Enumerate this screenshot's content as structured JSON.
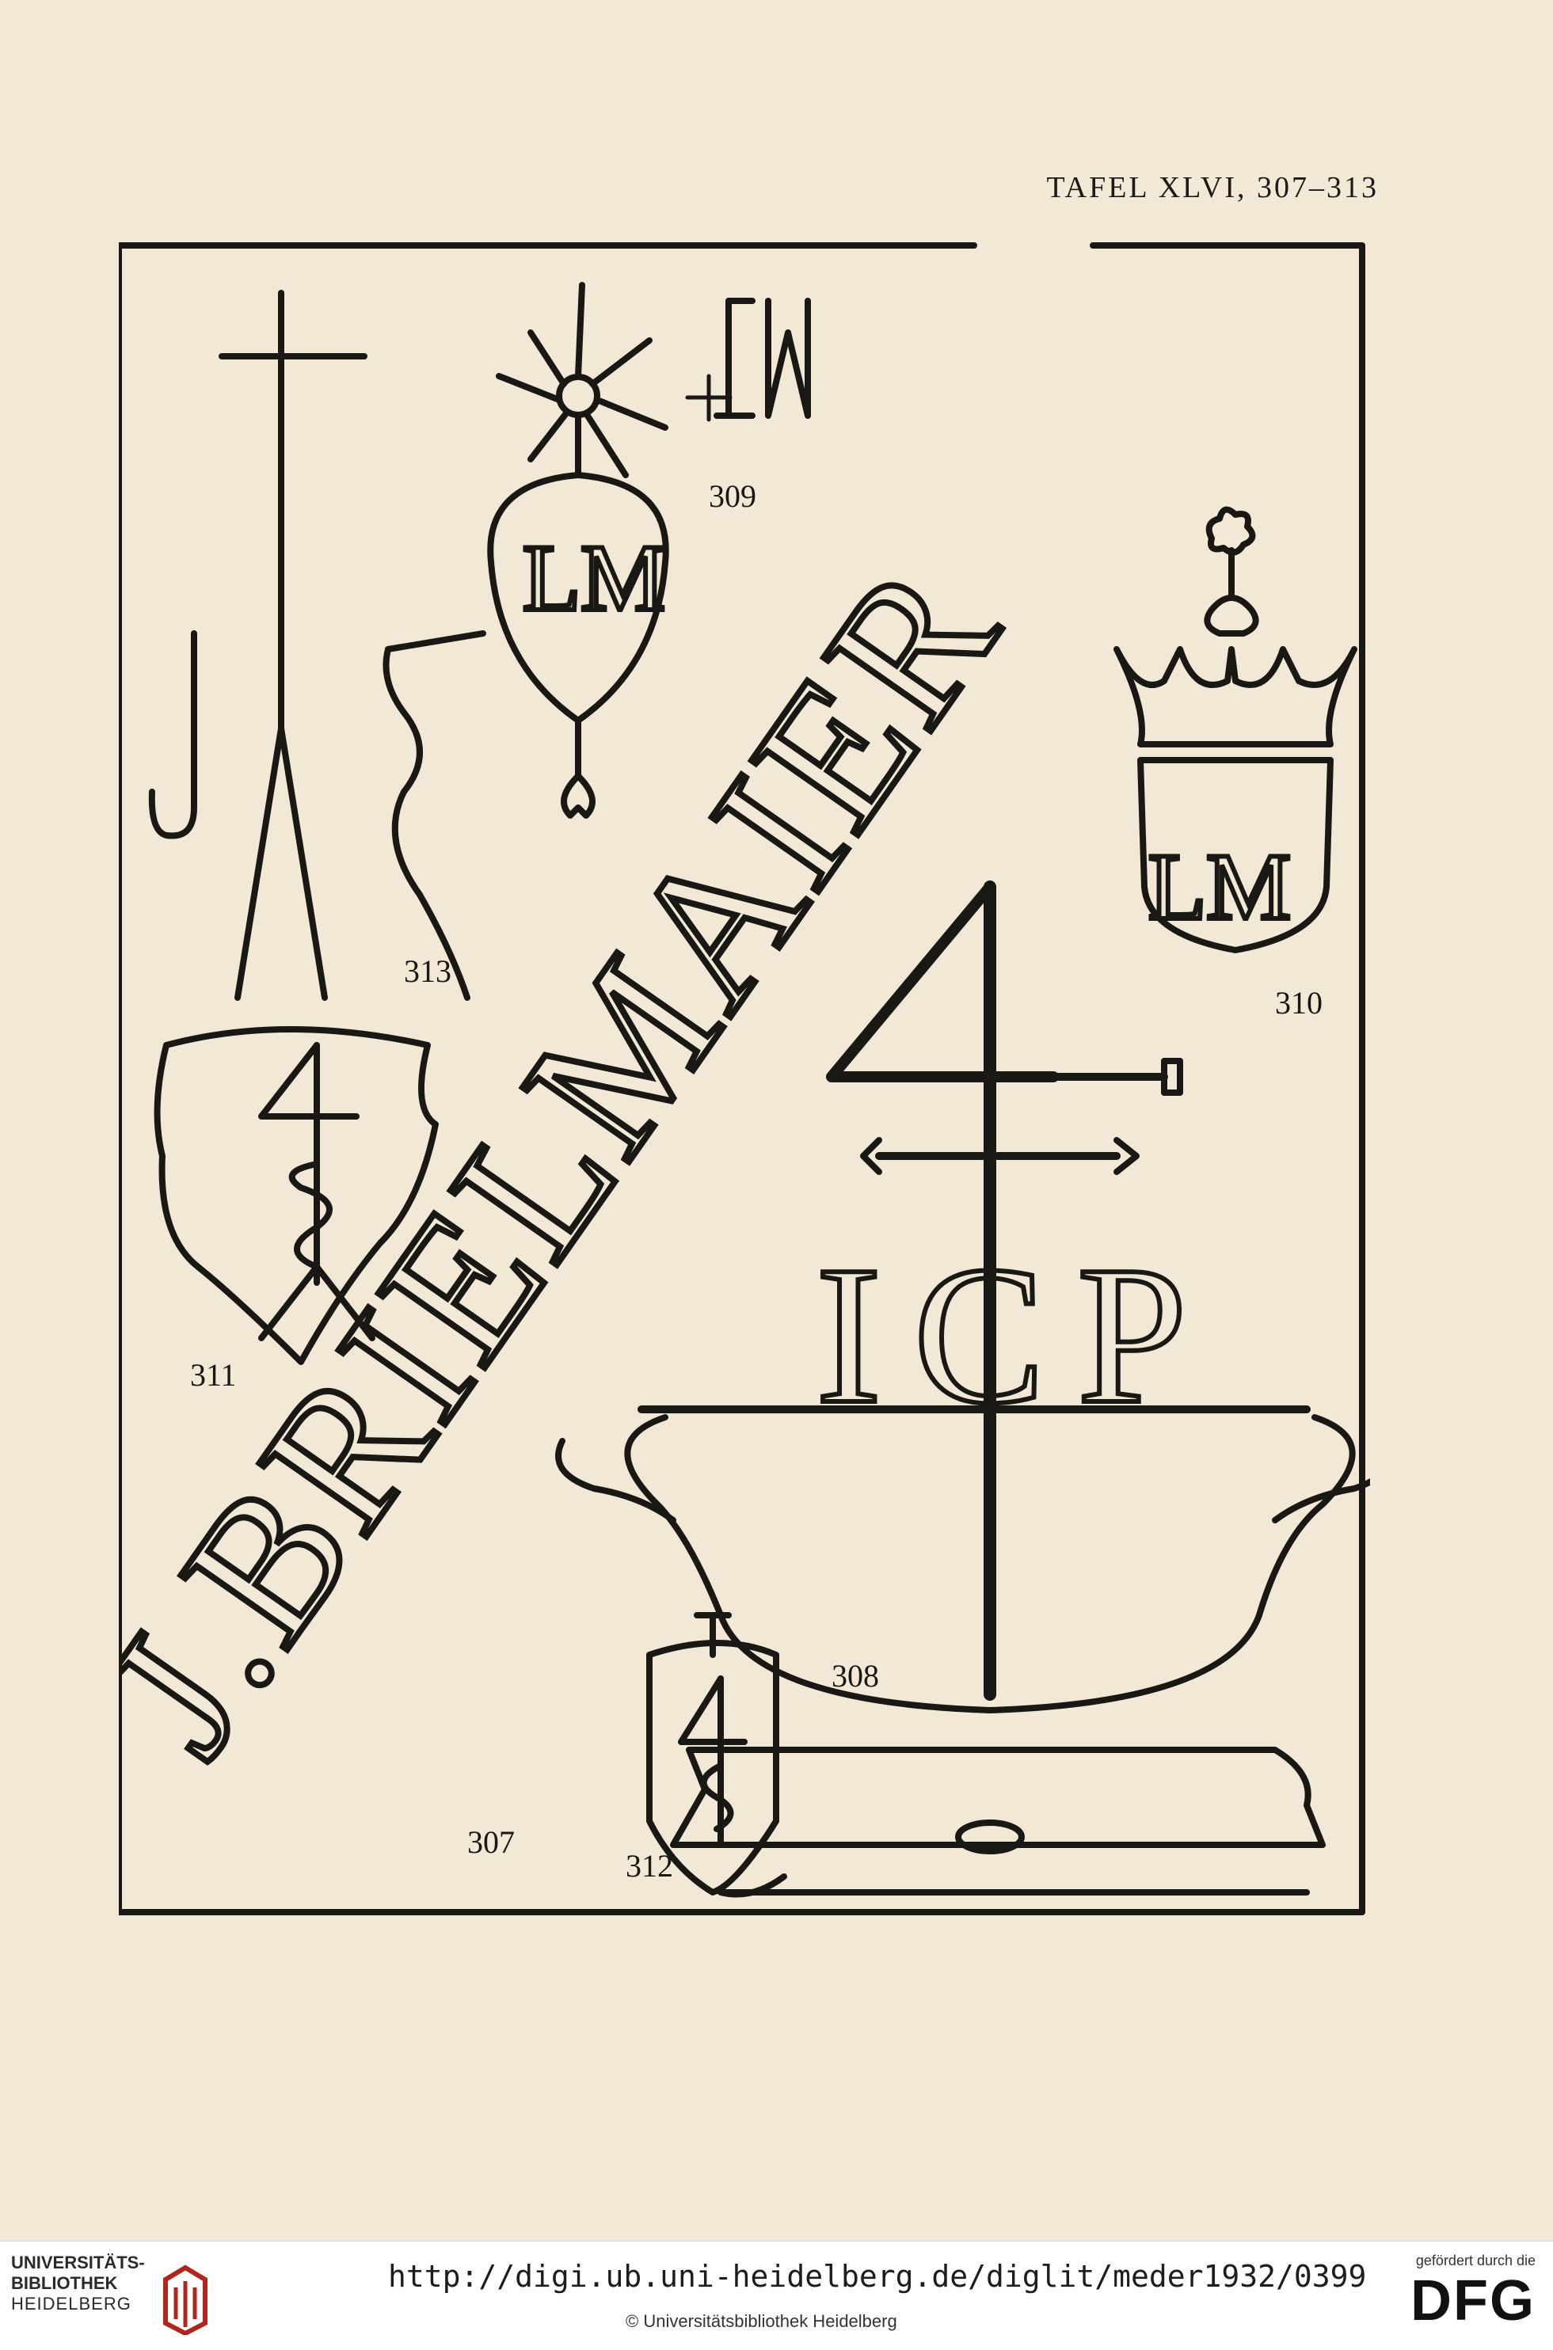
{
  "plate": {
    "title": "TAFEL XLVI, 307–313",
    "big_lettering": "J.BRIELMAIER",
    "figure_numbers": {
      "n307": "307",
      "n308": "308",
      "n309": "309",
      "n310": "310",
      "n311": "311",
      "n312": "312",
      "n313": "313"
    },
    "monograms": {
      "lm_top": "LM",
      "lm_oval": "LM",
      "lm_crown_shield": "LM",
      "icp": "ICP",
      "plus": "+"
    }
  },
  "footer": {
    "library_line1": "UNIVERSITÄTS-",
    "library_line2": "BIBLIOTHEK",
    "library_line3": "HEIDELBERG",
    "url": "http://digi.ub.uni-heidelberg.de/diglit/meder1932/0399",
    "copyright": "© Universitätsbibliothek Heidelberg",
    "funding_caption": "gefördert durch die",
    "funder_logo": "DFG"
  }
}
